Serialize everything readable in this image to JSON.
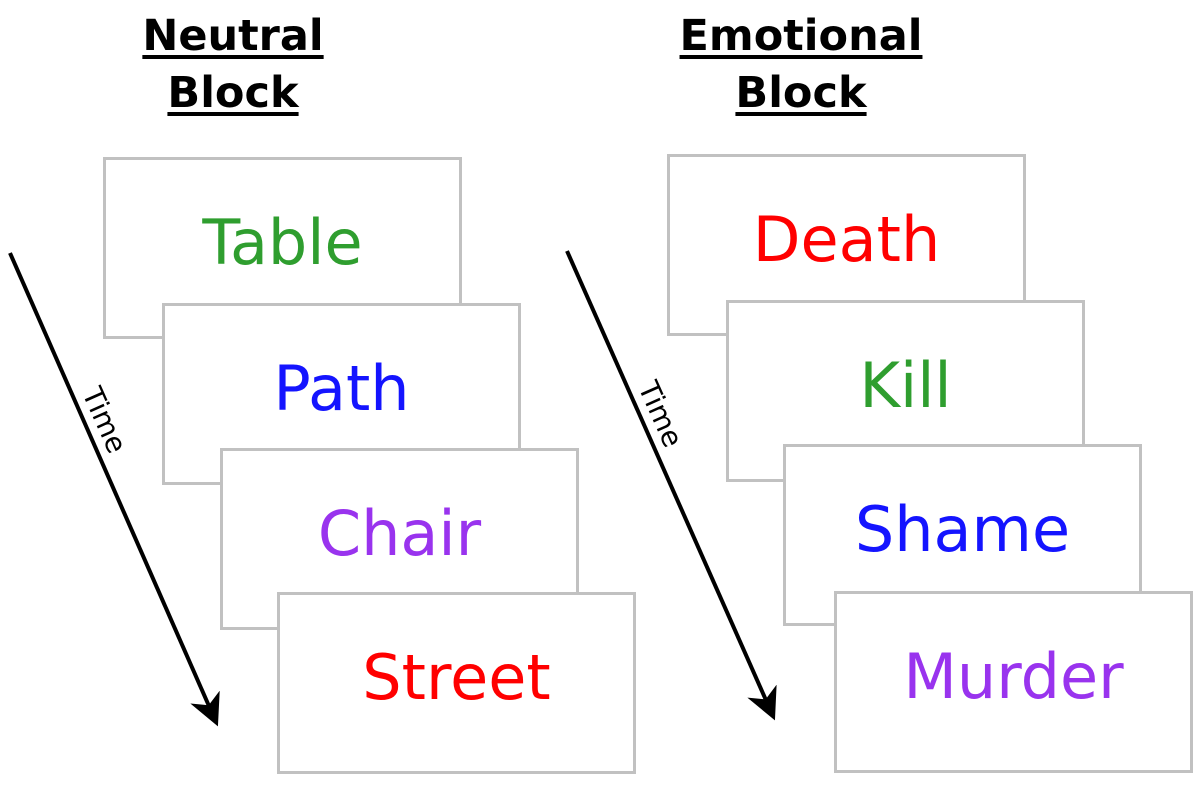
{
  "diagram": {
    "description": "Two stimulus blocks of cascading word cards presented over time",
    "colors": {
      "green": "#2f9e2f",
      "blue": "#1414ff",
      "purple": "#9933ee",
      "red": "#ff0000",
      "card_border": "#c1c1c1",
      "arrow": "#000000",
      "title_text": "#000000"
    }
  },
  "blocks": [
    {
      "title": "Neutral Block",
      "time_label": "Time",
      "cards": [
        {
          "word": "Table",
          "color": "#2f9e2f"
        },
        {
          "word": "Path",
          "color": "#1414ff"
        },
        {
          "word": "Chair",
          "color": "#9933ee"
        },
        {
          "word": "Street",
          "color": "#ff0000"
        }
      ]
    },
    {
      "title": "Emotional Block",
      "time_label": "Time",
      "cards": [
        {
          "word": "Death",
          "color": "#ff0000"
        },
        {
          "word": "Kill",
          "color": "#2f9e2f"
        },
        {
          "word": "Shame",
          "color": "#1414ff"
        },
        {
          "word": "Murder",
          "color": "#9933ee"
        }
      ]
    }
  ]
}
